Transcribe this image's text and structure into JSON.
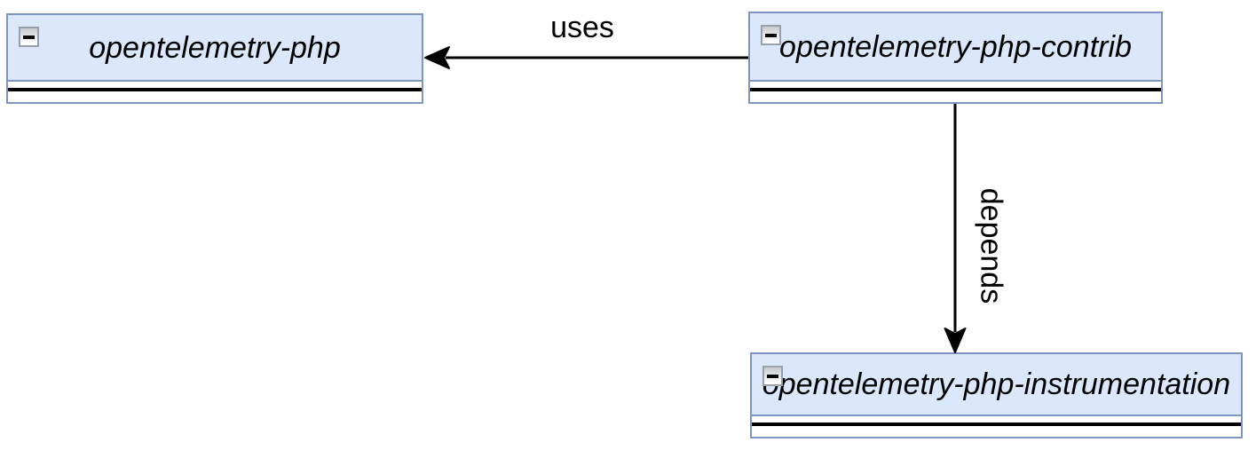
{
  "diagram": {
    "type": "package-dependency-diagram",
    "colors": {
      "background": "#ffffff",
      "node_fill": "#dbe8fb",
      "node_border": "#7d95c3",
      "edge": "#000000",
      "text": "#000000"
    },
    "nodes": [
      {
        "label": "opentelemetry-php",
        "collapse_icon": "minus-icon"
      },
      {
        "label": "opentelemetry-php-contrib",
        "collapse_icon": "minus-icon"
      },
      {
        "label": "opentelemetry-php-instrumentation",
        "collapse_icon": "minus-icon"
      }
    ],
    "edges": [
      {
        "label": "uses",
        "from": "opentelemetry-php-contrib",
        "to": "opentelemetry-php",
        "direction": "left"
      },
      {
        "label": "depends",
        "from": "opentelemetry-php-contrib",
        "to": "opentelemetry-php-instrumentation",
        "direction": "down"
      }
    ]
  }
}
